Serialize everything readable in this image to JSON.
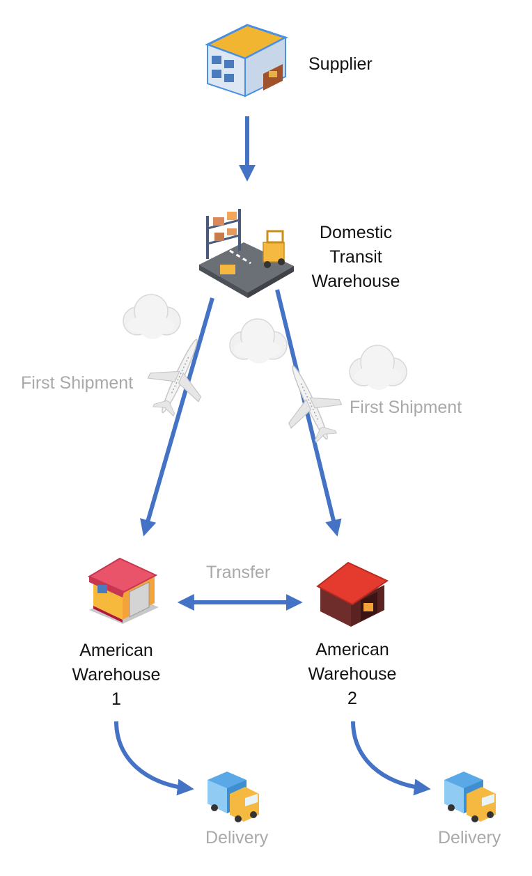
{
  "nodes": {
    "supplier": {
      "label": "Supplier",
      "icon": "supplier-building-icon"
    },
    "transit": {
      "lines": [
        "Domestic",
        "Transit",
        "Warehouse"
      ],
      "icon": "warehouse-shelves-forklift-icon"
    },
    "us1": {
      "lines": [
        "American",
        "Warehouse",
        "1"
      ],
      "icon": "red-roof-warehouse-icon"
    },
    "us2": {
      "lines": [
        "American",
        "Warehouse",
        "2"
      ],
      "icon": "red-barn-warehouse-icon"
    }
  },
  "edges": {
    "first_shipment_left": "First Shipment",
    "first_shipment_right": "First Shipment",
    "transfer": "Transfer",
    "delivery_left": "Delivery",
    "delivery_right": "Delivery"
  },
  "colors": {
    "arrow": "#4472c4",
    "label_grey": "#a9a9a9",
    "text": "#111111"
  }
}
